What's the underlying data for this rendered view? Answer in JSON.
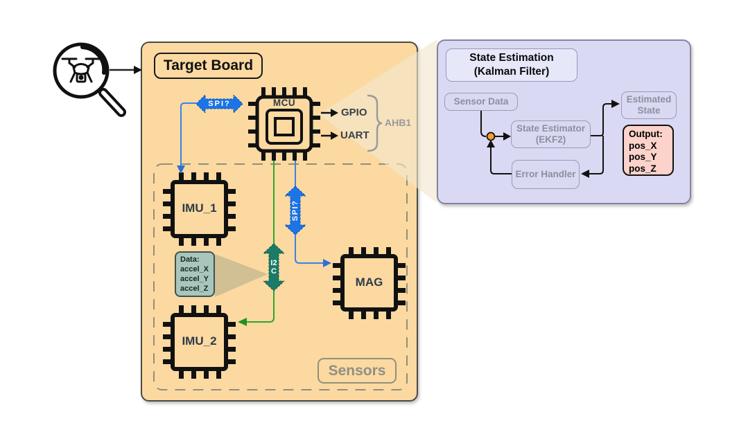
{
  "drone": {
    "icon": "drone-under-magnifier"
  },
  "target_board": {
    "title": "Target Board",
    "mcu_label": "MCU",
    "gpio_label": "GPIO",
    "uart_label": "UART",
    "bus_label": "AHB1",
    "spi_query_horizontal": "SPI?",
    "spi_query_vertical": "SPI?",
    "i2c_label": "I2C",
    "imu1_label": "IMU_1",
    "imu2_label": "IMU_2",
    "mag_label": "MAG",
    "sensors_group_label": "Sensors",
    "data_tooltip": {
      "title": "Data:",
      "lines": [
        "accel_X",
        "accel_Y",
        "accel_Z"
      ]
    }
  },
  "state_estimation": {
    "title_line1": "State Estimation",
    "title_line2": "(Kalman Filter)",
    "sensor_data_label": "Sensor Data",
    "estimator_line1": "State Estimator",
    "estimator_line2": "(EKF2)",
    "estimated_state_line1": "Estimated",
    "estimated_state_line2": "State",
    "error_handler_label": "Error Handler",
    "output": {
      "title": "Output:",
      "lines": [
        "pos_X",
        "pos_Y",
        "pos_Z"
      ]
    }
  },
  "colors": {
    "orange": "#fbd9a1",
    "lavender": "#d9d9f3",
    "blue": "#1b74e8",
    "teal": "#1a7b68",
    "green": "#2ea52c",
    "pink": "#fcd2ca",
    "dot-orange": "#f89c2e"
  }
}
